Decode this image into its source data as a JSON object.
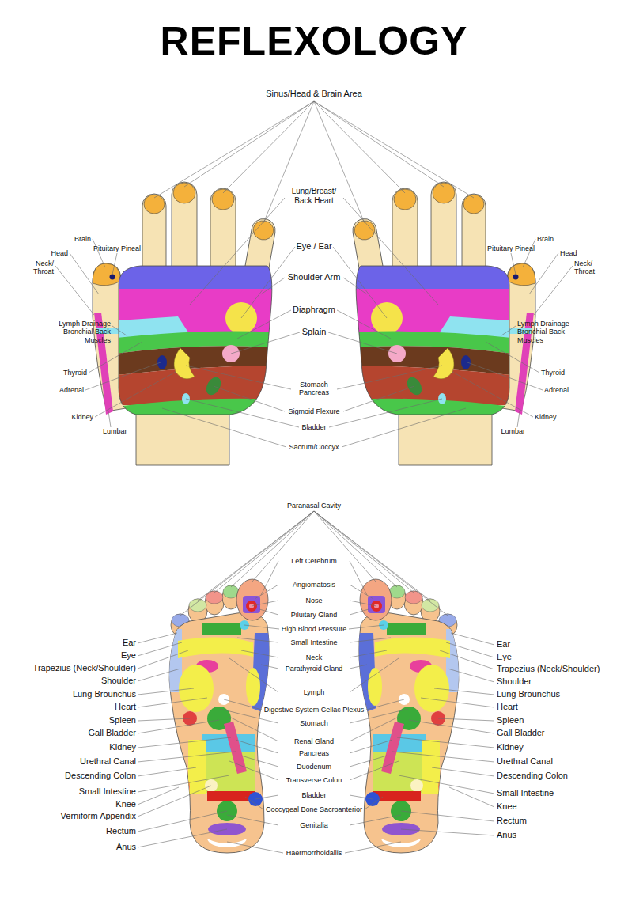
{
  "diagram": {
    "title": "REFLEXOLOGY",
    "labels": [
      "Sinus/Head & Brain Area",
      "Brain",
      "Pituitary Pineal",
      "Head",
      "Neck/ Throat",
      "Lymph Drainage Bronchial Back Muscles",
      "Thyroid",
      "Adrenal",
      "Kidney",
      "Lumbar",
      "Lung/Breast/ Back Heart",
      "Eye / Ear",
      "Shoulder Arm",
      "Diaphragm",
      "Splain",
      "Stomach Pancreas",
      "Sigmoid Flexure",
      "Bladder",
      "Sacrum/Coccyx",
      "Pituitary Pineal",
      "Brain",
      "Head",
      "Neck/ Throat",
      "Lymph Drainage Bronchial Back Muscles",
      "Thyroid",
      "Adrenal",
      "Kidney",
      "Lumbar",
      "Paranasal Cavity",
      "Ear",
      "Eye",
      "Trapezius (Neck/Shoulder)",
      "Shoulder",
      "Lung Brounchus",
      "Heart",
      "Spleen",
      "Gall Bladder",
      "Kidney",
      "Urethral Canal",
      "Descending Colon",
      "Small Intestine",
      "Knee",
      "Verniform Appendix",
      "Rectum",
      "Anus",
      "Left Cerebrum",
      "Angiomatosis",
      "Nose",
      "Piluitary Gland",
      "High Blood Pressure",
      "Small Intestine",
      "Neck",
      "Parathyroid Gland",
      "Lymph",
      "Digestive System Cellac Plexus",
      "Stomach",
      "Renal Gland",
      "Pancreas",
      "Duodenum",
      "Transverse Colon",
      "Bladder",
      "Coccygeal Bone Sacroanterior",
      "Genitalia",
      "Haermorrhoidallis",
      "Ear",
      "Eye",
      "Trapezius (Neck/Shoulder)",
      "Shoulder",
      "Lung Brounchus",
      "Heart",
      "Spleen",
      "Gall Bladder",
      "Kidney",
      "Urethral Canal",
      "Descending Colon",
      "Small Intestine",
      "Knee",
      "Rectum",
      "Anus"
    ]
  }
}
